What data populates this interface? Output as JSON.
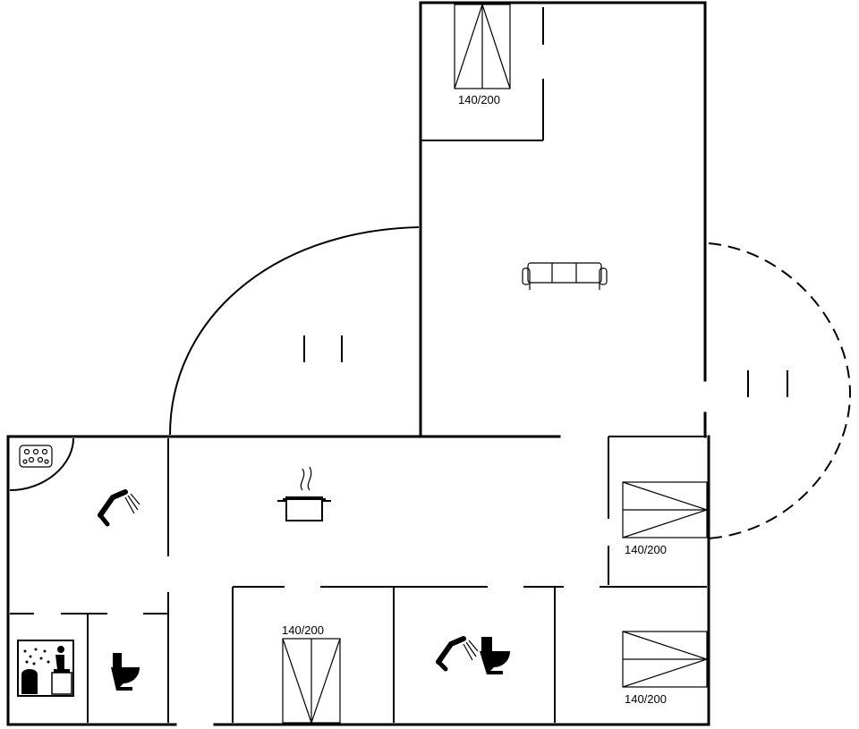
{
  "beds": [
    {
      "label": "140/200"
    },
    {
      "label": "140/200"
    },
    {
      "label": "140/200"
    },
    {
      "label": "140/200"
    }
  ],
  "icons": {
    "sofa": "sofa-icon",
    "cooking_pot": "cooking-pot-icon",
    "shower": "shower-icon",
    "toilet": "toilet-icon",
    "sauna": "sauna-icon",
    "whirlpool": "whirlpool-icon"
  }
}
